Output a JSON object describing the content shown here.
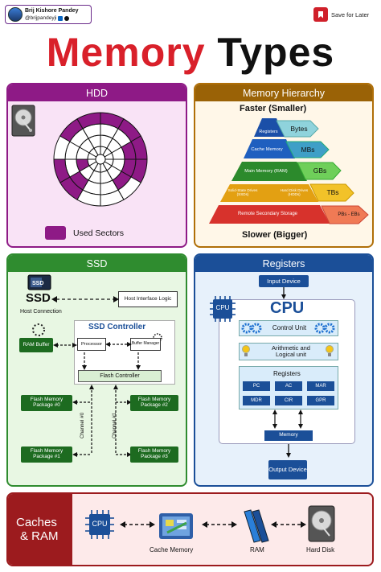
{
  "header": {
    "author_name": "Brij Kishore Pandey",
    "author_handle": "@brijpandeyji",
    "save_label": "Save for Later"
  },
  "title": {
    "part1": "Memory",
    "part2": "Types"
  },
  "hdd": {
    "title": "HDD",
    "legend": "Used Sectors",
    "colors": {
      "used": "#8e1a86",
      "panel_bg": "#f9e3f6"
    }
  },
  "memory_hierarchy": {
    "title": "Memory Hierarchy",
    "top_label": "Faster (Smaller)",
    "bottom_label": "Slower (Bigger)",
    "levels": [
      {
        "name": "Registers",
        "size": "Bytes"
      },
      {
        "name": "Cache Memory",
        "size": "MBs"
      },
      {
        "name": "Main Memory (RAM)",
        "size": "GBs"
      },
      {
        "name_left": "Solid-State Drives (SSDs)",
        "name_right": "Hard Disk Drives (HDDs)",
        "size": "TBs"
      },
      {
        "name": "Remote Secondary Storage",
        "size": "PBs - EBs"
      }
    ]
  },
  "ssd": {
    "title": "SSD",
    "big_label": "SSD",
    "host_connection": "Host Connection",
    "host_interface": "Host Interface Logic",
    "ram_buffer": "RAM Buffer",
    "controller_title": "SSD Controller",
    "processor": "Processor",
    "buffer_manager": "Buffer Manager",
    "flash_controller": "Flash Controller",
    "channel0": "Channel #0",
    "channel1": "Channel #1",
    "packages": [
      "Flash Memory Package #0",
      "Flash Memory Package #2",
      "Flash Memory Package #1",
      "Flash Memory Package #3"
    ]
  },
  "registers": {
    "title": "Registers",
    "input_device": "Input Device",
    "cpu_chip": "CPU",
    "cpu_title": "CPU",
    "control_unit": "Control Unit",
    "alu": "Arithmetic and Logical unit",
    "registers_label": "Registers",
    "regs": [
      "PC",
      "AC",
      "MAR",
      "MDR",
      "CIR",
      "GPR"
    ],
    "memory": "Memory",
    "output_device": "Output Device"
  },
  "caches_ram": {
    "title_line1": "Caches",
    "title_line2": "& RAM",
    "cpu_chip": "CPU",
    "items": [
      "Cache Memory",
      "RAM",
      "Hard Disk"
    ]
  }
}
